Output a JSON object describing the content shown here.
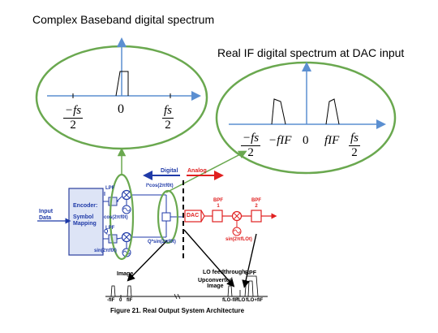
{
  "titles": {
    "complex_baseband": "Complex Baseband digital spectrum",
    "real_if": "Real IF digital spectrum at DAC input"
  },
  "left_ellipse": {
    "neg_fs_num": "−fs",
    "den": "2",
    "zero": "0",
    "pos_fs_num": "fs"
  },
  "right_ellipse": {
    "neg_fs_num": "−fs",
    "neg_fif": "−fIF",
    "zero": "0",
    "pos_fif": "fIF",
    "pos_fs_num": "fs",
    "den": "2"
  },
  "block_diagram": {
    "input_data": "Input\nData",
    "encoder_title": "Encoder:",
    "encoder_sub": "Symbol\nMapping",
    "i_label": "I",
    "q_label": "Q",
    "lpf_top": "LPF",
    "lpf_bottom": "LPF",
    "cos_label": "cos(2πf0t)",
    "sin_label": "sin(2πf0t)",
    "icos_label": "I*cos(2πf0t)",
    "qsin_label": "Q*sin(2πf0t)",
    "digital": "Digital",
    "analog": "Analog",
    "dac": "DAC",
    "bpf1": "BPF\n1",
    "bpf2": "BPF\n2",
    "lo_label": "sin(2πfLOt)",
    "image": "Image",
    "lo_feedthrough": "LO feedthrough",
    "upconverted_image": "Upconverted\nImage",
    "bpf_spec": "BPF",
    "axis_neg_fif": "-fIF",
    "axis_zero": "0",
    "axis_fif": "fIF",
    "axis_flo_minus": "fLO-fIF",
    "axis_flo": "fLO",
    "axis_flo_plus": "fLO+fIF"
  },
  "caption": "Figure 21. Real Output System Architecture",
  "colors": {
    "ellipse_green": "#6aa84f",
    "axis_blue": "#5b8fd1",
    "red": "#e02020",
    "blue": "#1f3aa8",
    "block_fill": "#dde4f6",
    "block_stroke": "#2b3f9e"
  }
}
